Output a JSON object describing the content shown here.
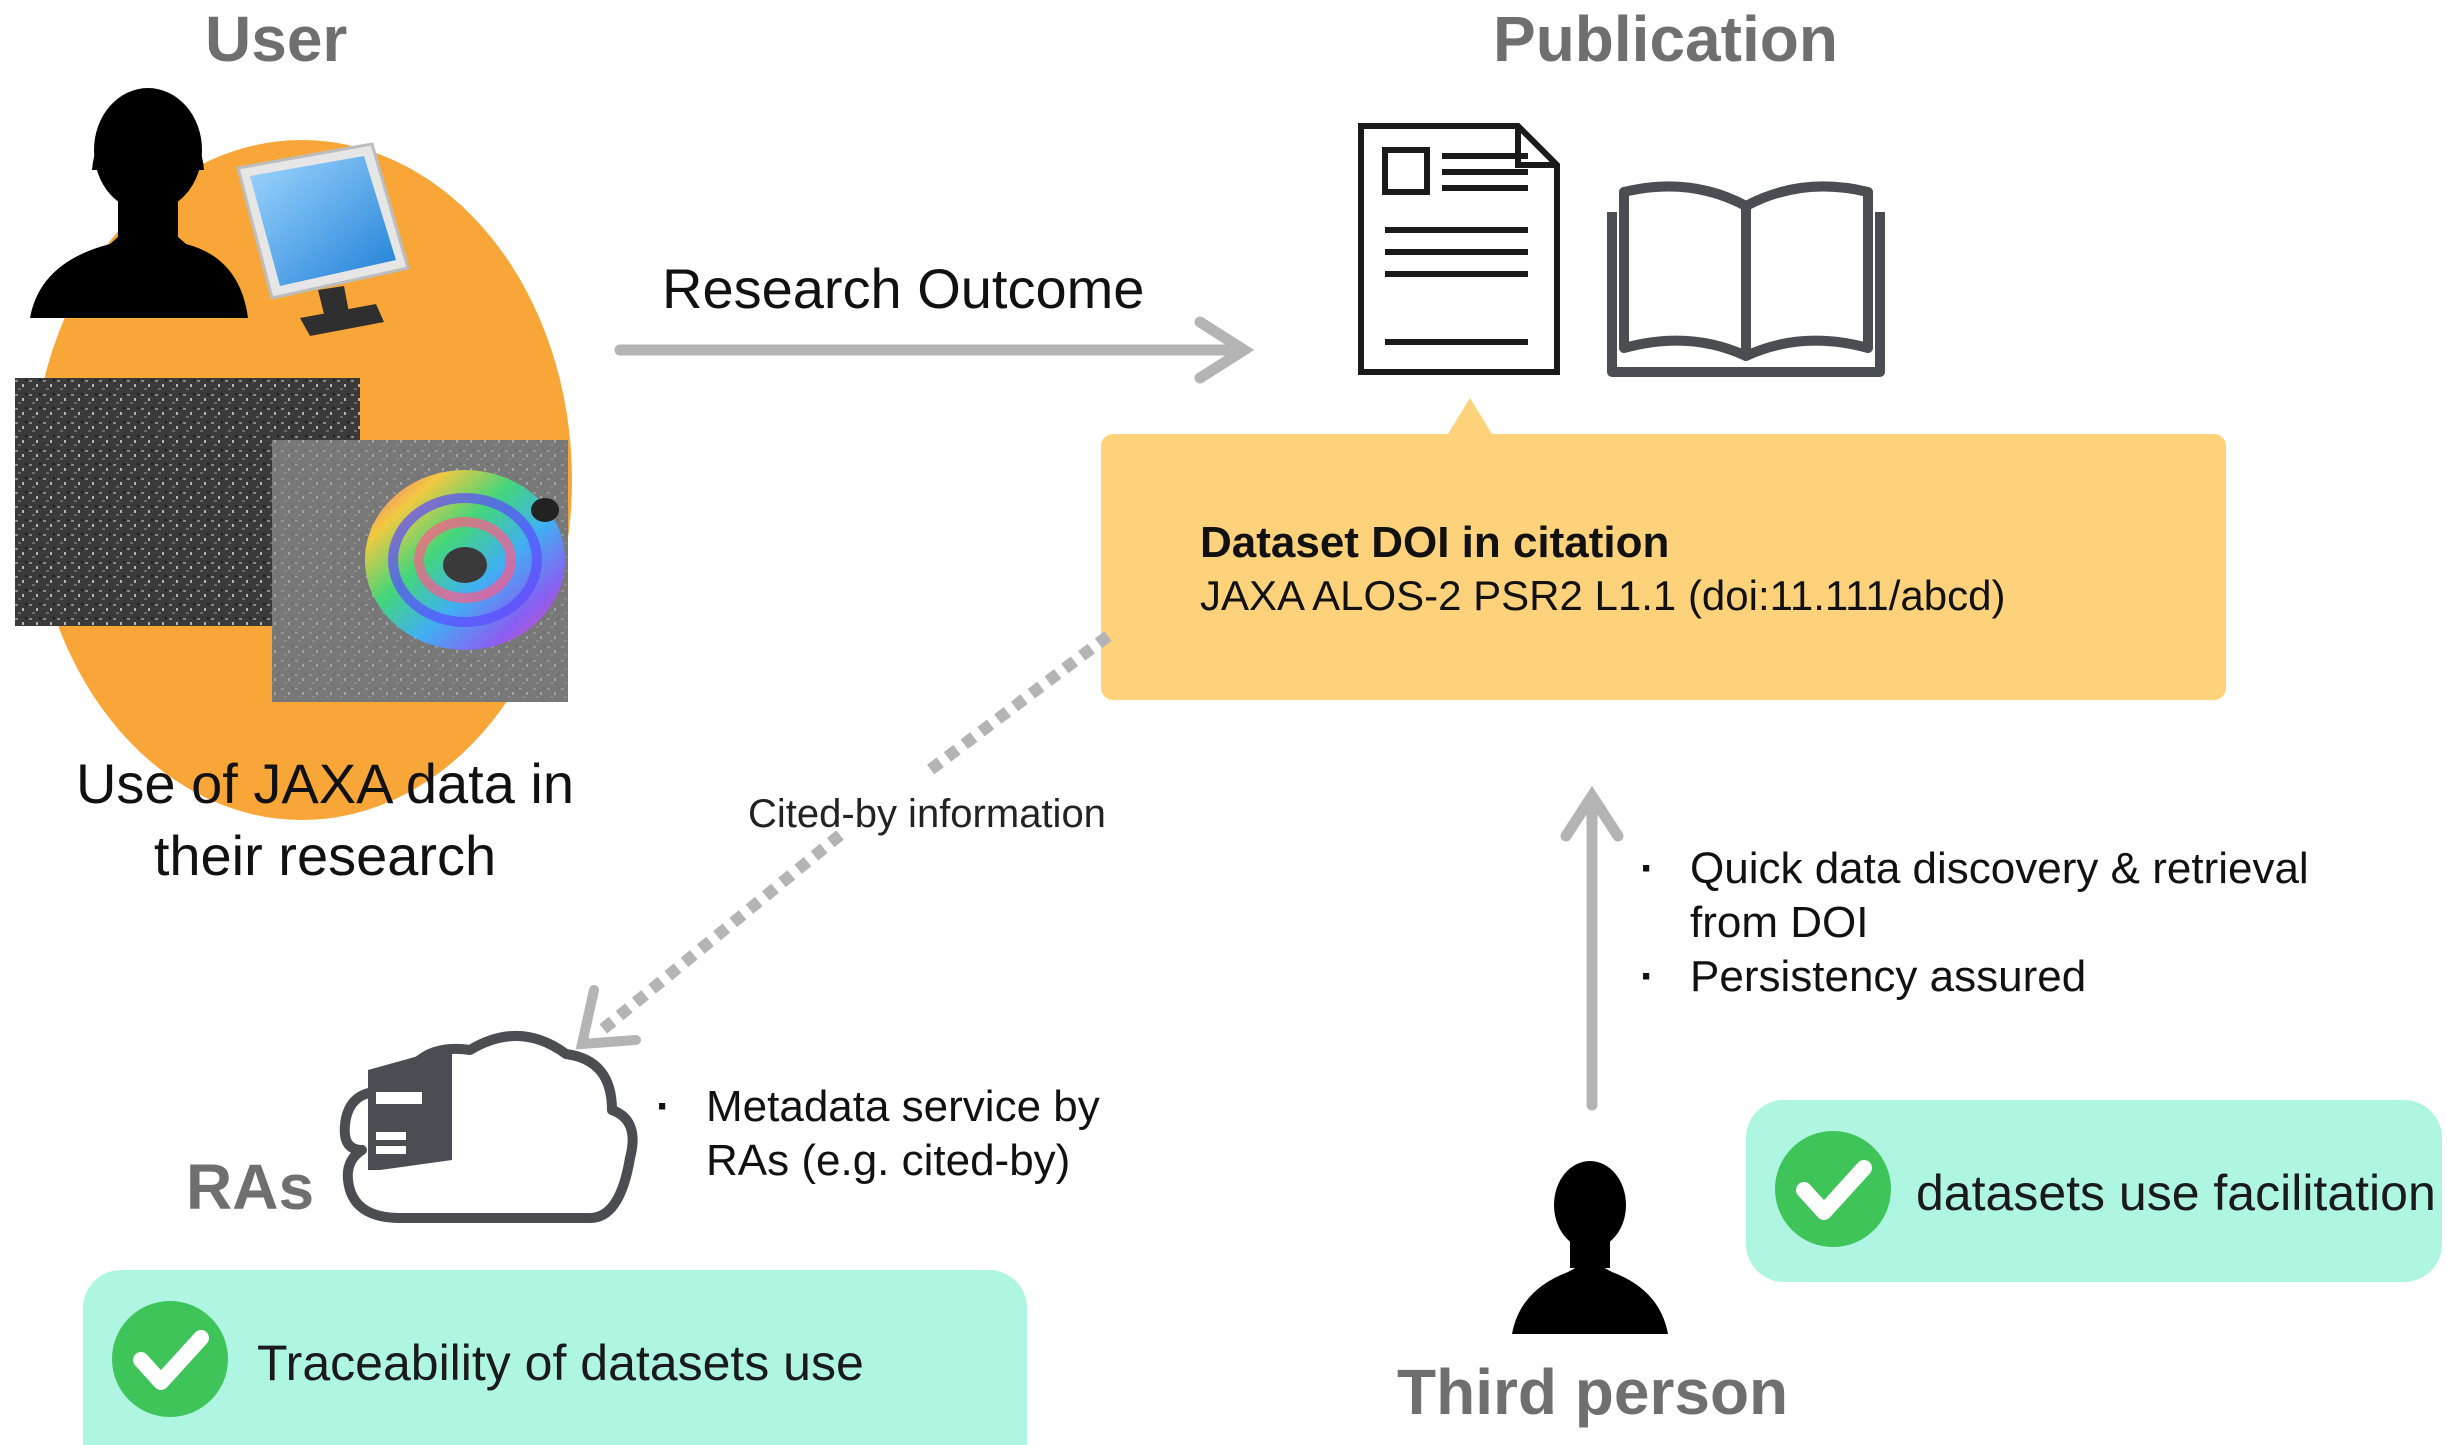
{
  "headings": {
    "user": "User",
    "publication": "Publication",
    "ras": "RAs",
    "third_person": "Third person"
  },
  "user_caption": [
    "Use of JAXA data in",
    "their research"
  ],
  "arrow_labels": {
    "research_outcome": "Research Outcome",
    "cited_by": "Cited-by information"
  },
  "citation_box": {
    "title": "Dataset DOI in citation",
    "citation": "JAXA ALOS-2 PSR2 L1.1 (doi:11.111/abcd)"
  },
  "discovery_bullets": [
    "Quick data discovery & retrieval from DOI",
    "Persistency assured"
  ],
  "ras_bullets": [
    "Metadata service by RAs (e.g. cited-by)"
  ],
  "benefits": {
    "facilitation": "datasets use facilitation",
    "traceability": "Traceability of datasets use"
  },
  "colors": {
    "orange_ellipse": "#f9a638",
    "callout": "#fdd27b",
    "benefit_bg": "#aef5e2",
    "check_green": "#3fc45a",
    "arrow_gray": "#b4b4b4",
    "icon_dark": "#4a4d52"
  },
  "icons": [
    "person-icon",
    "monitor-icon",
    "document-icon",
    "book-icon",
    "server-cloud-icon",
    "check-icon"
  ]
}
